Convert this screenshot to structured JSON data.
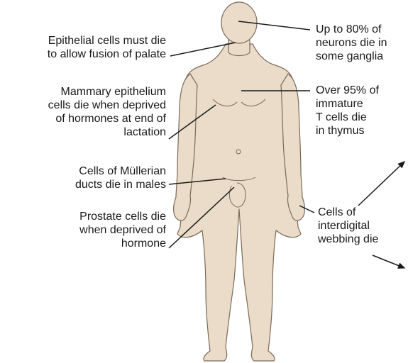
{
  "labels": {
    "palate": [
      "Epithelial cells must die",
      "to allow fusion of palate"
    ],
    "mammary": [
      "Mammary epithelium",
      "cells die when deprived",
      "of hormones at end of",
      "lactation"
    ],
    "mullerian": [
      "Cells of Müllerian",
      "ducts die in males"
    ],
    "prostate": [
      "Prostate cells die",
      "when deprived of",
      "hormone"
    ],
    "neurons": [
      "Up to 80% of",
      "neurons die in",
      "some ganglia"
    ],
    "thymus": [
      "Over 95% of",
      "immature",
      "T cells die",
      "in thymus"
    ],
    "interdigital": [
      "Cells of",
      "interdigital",
      "webbing die"
    ]
  },
  "colors": {
    "skin": "#eadcc8",
    "skin_outline": "#7a6a5a",
    "leader": "#1a1a1a"
  }
}
